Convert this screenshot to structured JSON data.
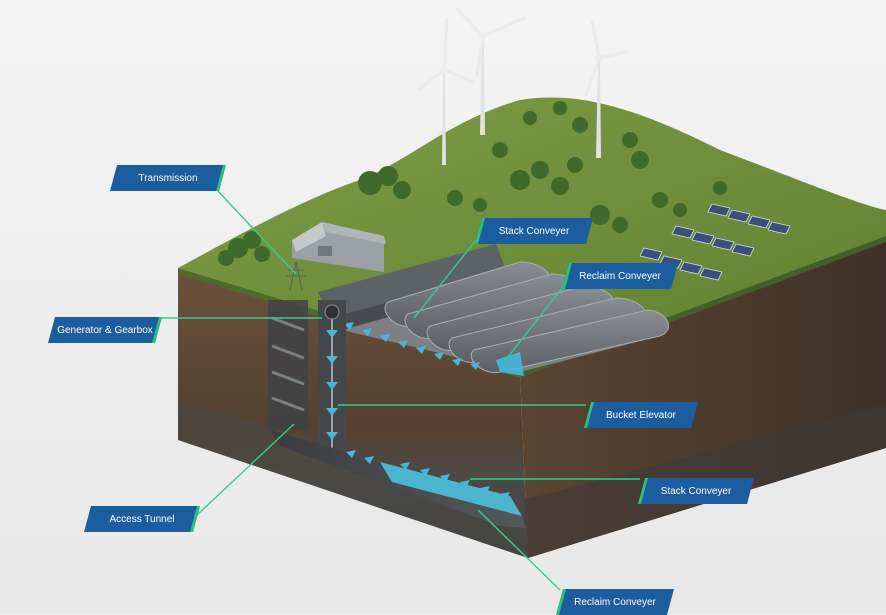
{
  "labels": {
    "transmission": "Transmission",
    "generator_gearbox": "Generator & Gearbox",
    "access_tunnel": "Access Tunnel",
    "stack_conveyer_top": "Stack Conveyer",
    "reclaim_conveyer_top": "Reclaim Conveyer",
    "bucket_elevator": "Bucket Elevator",
    "stack_conveyer_bottom": "Stack Conveyer",
    "reclaim_conveyer_bottom": "Reclaim Conveyer"
  },
  "colors": {
    "background": "#f1f1f1",
    "label_fill": "#1b5d9e",
    "label_accent": "#27c27b",
    "leader_line": "#2fd08a",
    "grass": "#6e8f3a",
    "soil": "#5a4636",
    "bedrock": "#52504c",
    "conveyor_blue": "#46b7d8"
  }
}
